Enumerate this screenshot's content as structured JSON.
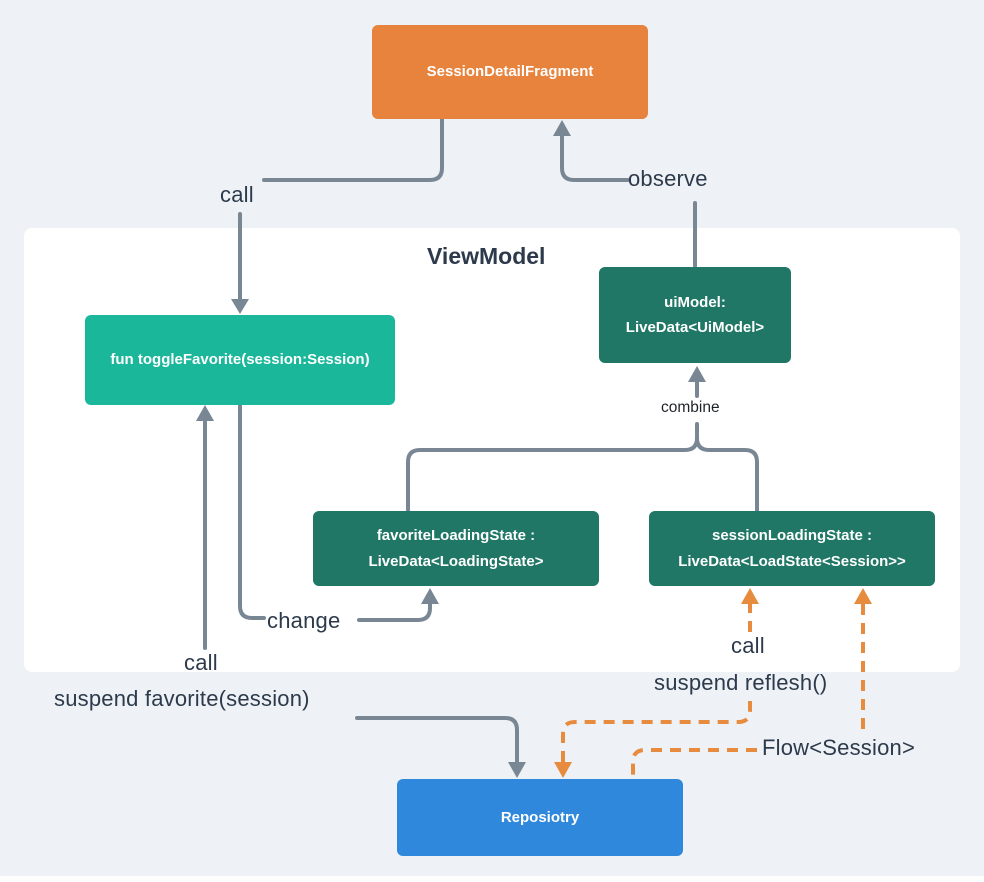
{
  "panel_title": "ViewModel",
  "nodes": {
    "fragment": {
      "label": "SessionDetailFragment",
      "color": "#E7833C"
    },
    "toggle_favorite": {
      "label": "fun toggleFavorite(session:Session)",
      "color": "#1AB79B"
    },
    "ui_model": {
      "line1": "uiModel:",
      "line2": "LiveData<UiModel>",
      "color": "#207766"
    },
    "favorite_loading_state": {
      "line1": "favoriteLoadingState :",
      "line2": "LiveData<LoadingState>",
      "color": "#207766"
    },
    "session_loading_state": {
      "line1": "sessionLoadingState :",
      "line2": "LiveData<LoadState<Session>>",
      "color": "#207766"
    },
    "repository": {
      "label": "Reposiotry",
      "color": "#2F88DB"
    }
  },
  "edge_labels": {
    "call_fragment_to_toggle": "call",
    "observe": "observe",
    "combine": "combine",
    "change": "change",
    "call_repo_to_toggle": "call",
    "suspend_favorite": "suspend favorite(session)",
    "call_session_state": "call",
    "suspend_reflesh": "suspend reflesh()",
    "flow_session": "Flow<Session>"
  },
  "colors": {
    "background": "#EEF2F6",
    "panel": "#FFFFFF",
    "gray_arrow": "#798795",
    "orange_arrow": "#E78B3E",
    "label_text": "#2C3A4B"
  }
}
